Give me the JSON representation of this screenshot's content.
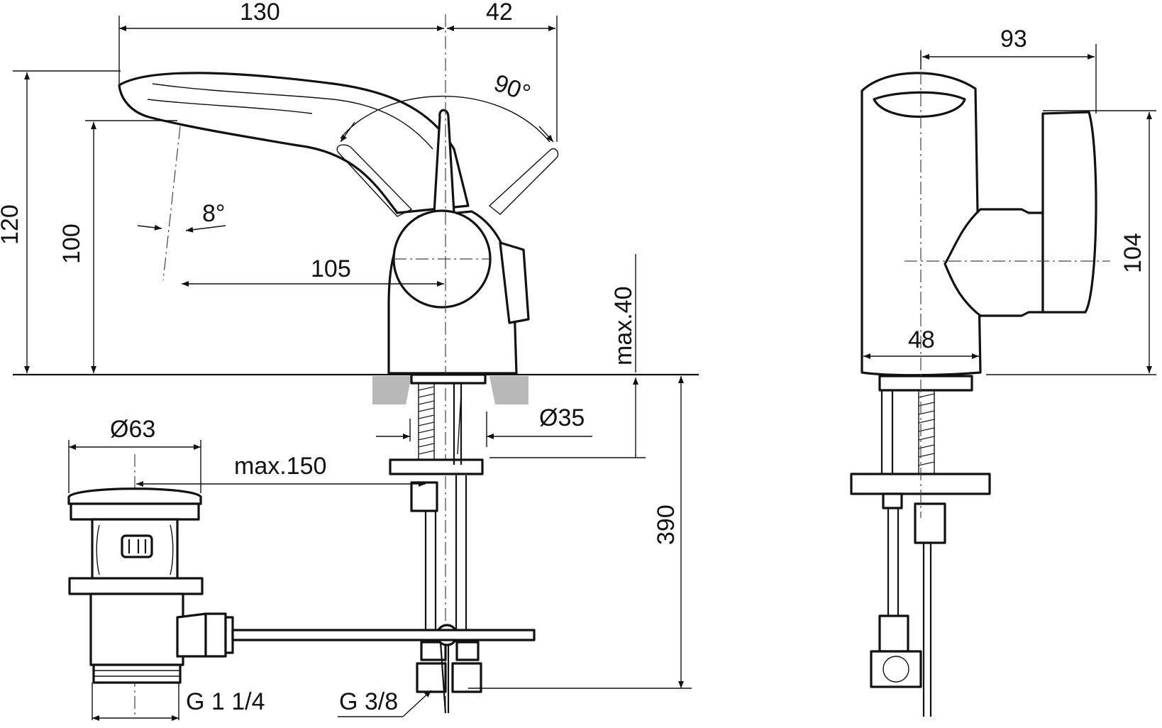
{
  "dimensions": {
    "d130": "130",
    "d42": "42",
    "d90deg": "90°",
    "d120": "120",
    "d100": "100",
    "d8deg": "8°",
    "d105": "105",
    "dmax40": "max.40",
    "d35": "Ø35",
    "d63": "Ø63",
    "dmax150": "max.150",
    "d390": "390",
    "dG114": "G 1 1/4",
    "dG38": "G 3/8",
    "d93": "93",
    "d104": "104",
    "d48": "48"
  },
  "colors": {
    "line": "#111111",
    "countertop": "#b8b8b8",
    "background": "#ffffff"
  }
}
